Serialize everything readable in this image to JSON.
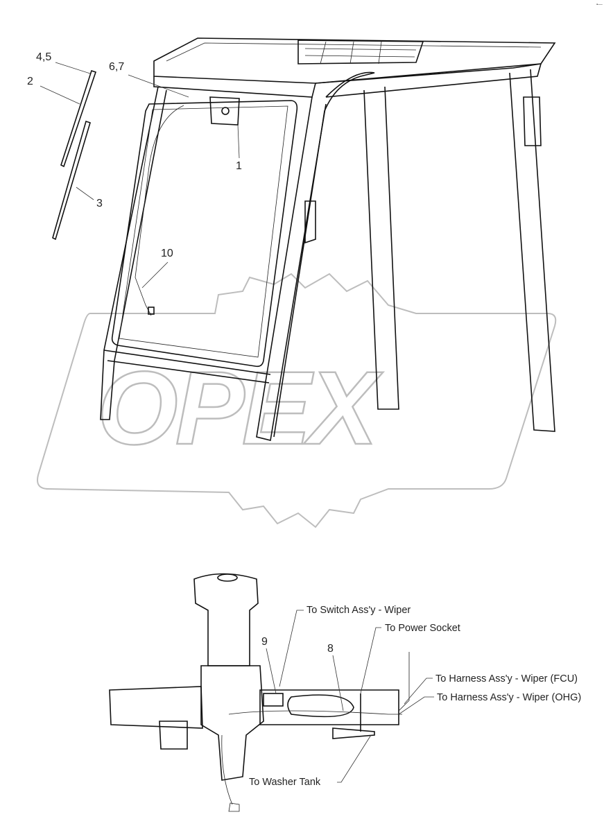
{
  "watermark": {
    "text": "OPEX",
    "color": "#bdbdbd"
  },
  "callouts": {
    "c45": "4,5",
    "c2": "2",
    "c67": "6,7",
    "c3": "3",
    "c1": "1",
    "c10": "10",
    "c9": "9",
    "c8": "8"
  },
  "notes": {
    "switch": "To Switch Ass'y - Wiper",
    "power": "To Power Socket",
    "fcu": "To Harness  Ass'y - Wiper (FCU)",
    "ohg": "To Harness  Ass'y - Wiper (OHG)",
    "washer": "To Washer Tank"
  }
}
